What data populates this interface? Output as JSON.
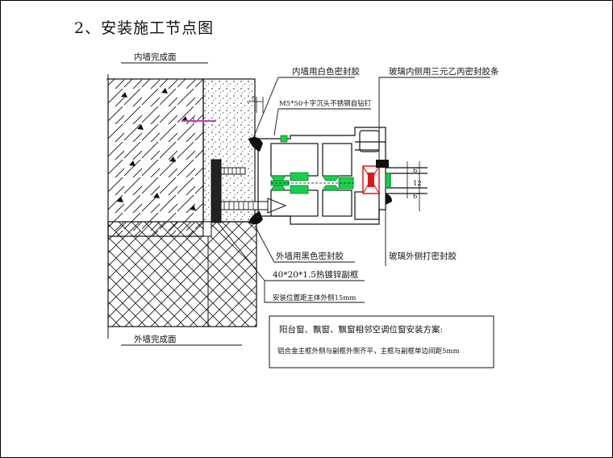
{
  "page": {
    "title": "2、安装施工节点图"
  },
  "labels": {
    "inner_wall_finish": "内墙完成面",
    "outer_wall_finish": "外墙完成面",
    "inner_white_sealant": "内墙用白色密封胶",
    "screw": "M5*50十字沉头不锈钢自钻钉",
    "glass_inner_strip": "玻璃内侧用三元乙丙密封胶条",
    "outer_black_sealant": "外墙用黑色密封胶",
    "glass_outer_sealant": "玻璃外侧打密封胶",
    "sub_frame": "40*20*1.5热镀锌副框",
    "install_position": "安装位置距主体外侧15mm",
    "dim_5": "5",
    "dim_6": "6",
    "dim_12": "12"
  },
  "note": {
    "line1": "阳台窗、飘窗、飘窗相邻空调位窗安装方案:",
    "line2": "铝合金主框外侧与副框外侧齐平，主框与副框单边间距5mm"
  },
  "colors": {
    "frame_green": "#18d04a",
    "seal_red": "#e01818",
    "line": "#111111",
    "accent_magenta": "#c040c0"
  }
}
